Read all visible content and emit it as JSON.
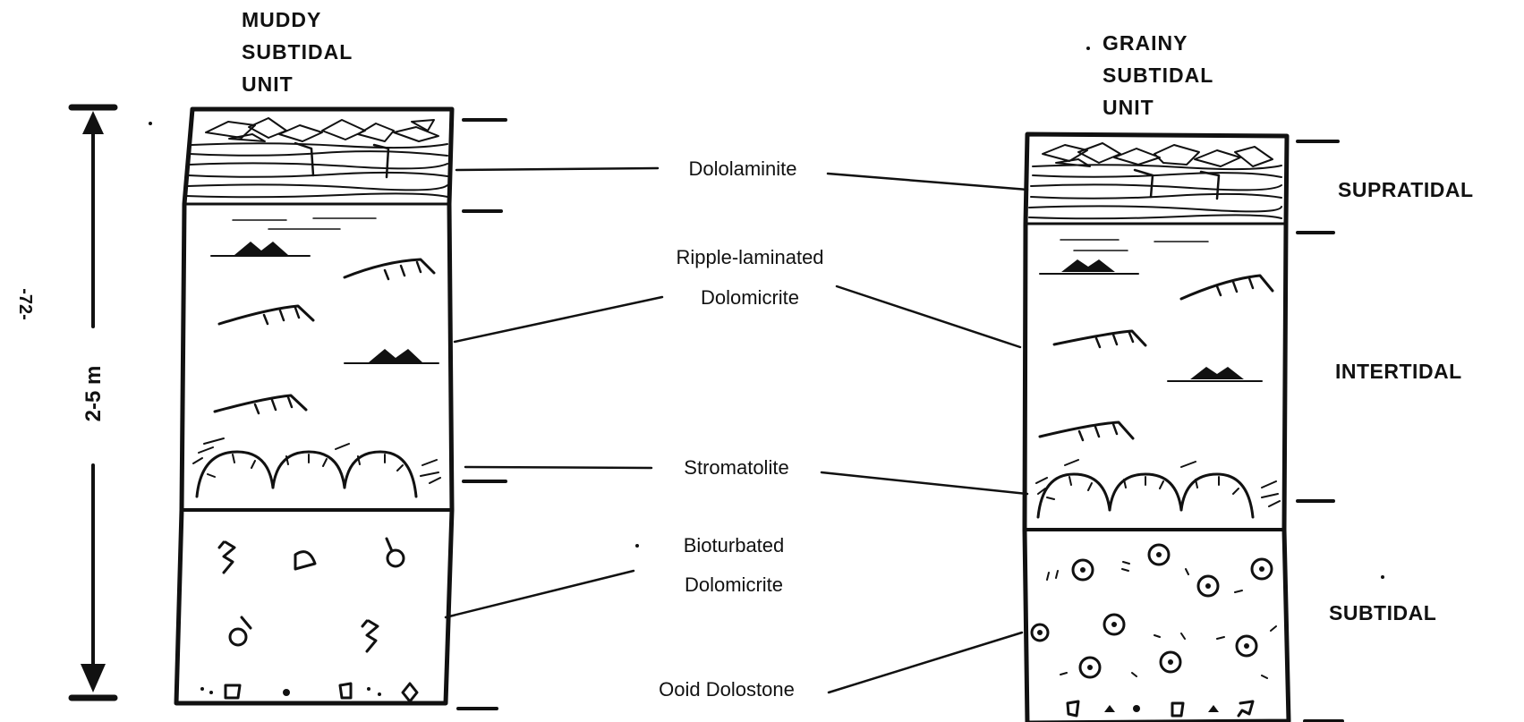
{
  "page_number": "-72-",
  "scale_label": "2-5 m",
  "columns": {
    "muddy": {
      "title_lines": [
        "MUDDY",
        "SUBTIDAL",
        "UNIT"
      ]
    },
    "grainy": {
      "title_lines": [
        "GRAINY",
        "SUBTIDAL",
        "UNIT"
      ]
    }
  },
  "lithologies": {
    "dololaminite": "Dololaminite",
    "ripple_line1": "Ripple-laminated",
    "ripple_line2": "Dolomicrite",
    "stromatolite": "Stromatolite",
    "bioturbated_line1": "Bioturbated",
    "bioturbated_line2": "Dolomicrite",
    "ooid": "Ooid Dolostone"
  },
  "zones": {
    "supratidal": "SUPRATIDAL",
    "intertidal": "INTERTIDAL",
    "subtidal": "SUBTIDAL"
  }
}
